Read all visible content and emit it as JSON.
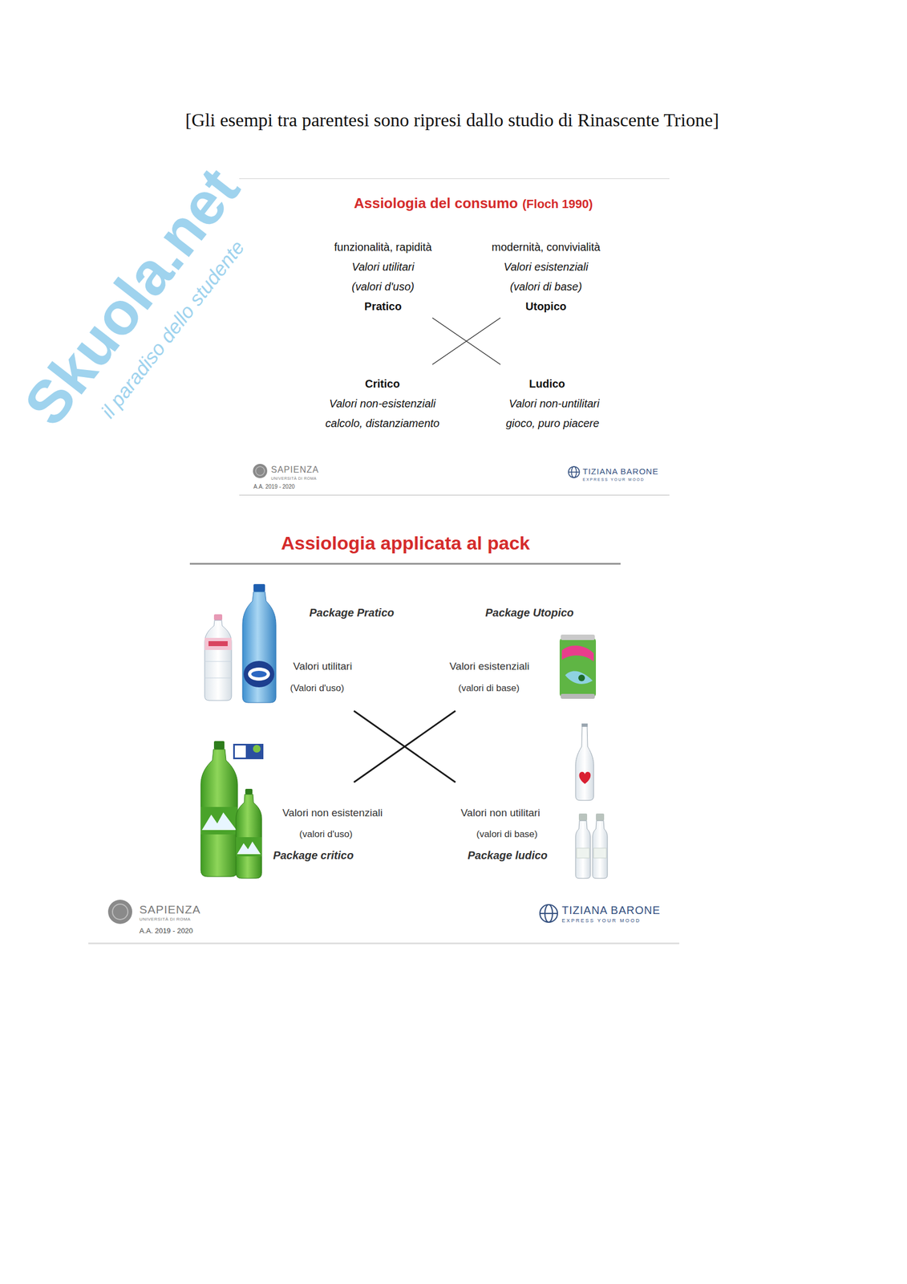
{
  "diagram": {
    "title": "[Gli esempi tra parentesi sono ripresi dallo studio di Rinascente Trione]",
    "nodes": [
      {
        "text": [
          "Assiologia del consumo",
          "(Floch 1990)",
          "funzionalità, rapidità",
          "Valori utilitari",
          "(valori d'uso)",
          "Pratico",
          "modernità, convivialità",
          "Valori esistenziali",
          "(valori di base)",
          "Utopico",
          "Critico",
          "Valori non-esistenziali",
          "calcolo, distanziamento",
          "Ludico",
          "Valori non-untilitari",
          "gioco, puro piacere",
          "SAPIENZA",
          "UNIVERSITÀ DI ROMA",
          "A.A. 2019 - 2020",
          "TIZIANA BARONE",
          "EXPRESS YOUR MOOD"
        ]
      },
      {
        "text": [
          "Assiologia applicata al pack",
          "Package Pratico",
          "Package Utopico",
          "Valori utilitari",
          "(Valori d'uso)",
          "Valori esistenziali",
          "(valori di base)",
          "Valori non esistenziali",
          "(valori d'uso)",
          "Package critico",
          "Valori non utilitari",
          "(valori di base)",
          "Package ludico",
          "SAPIENZA",
          "UNIVERSITÀ DI ROMA",
          "A.A. 2019 - 2020",
          "TIZIANA BARONE",
          "EXPRESS YOUR MOOD"
        ]
      }
    ],
    "labels": [
      "Skuola.net",
      "il paradiso dello studente"
    ]
  }
}
